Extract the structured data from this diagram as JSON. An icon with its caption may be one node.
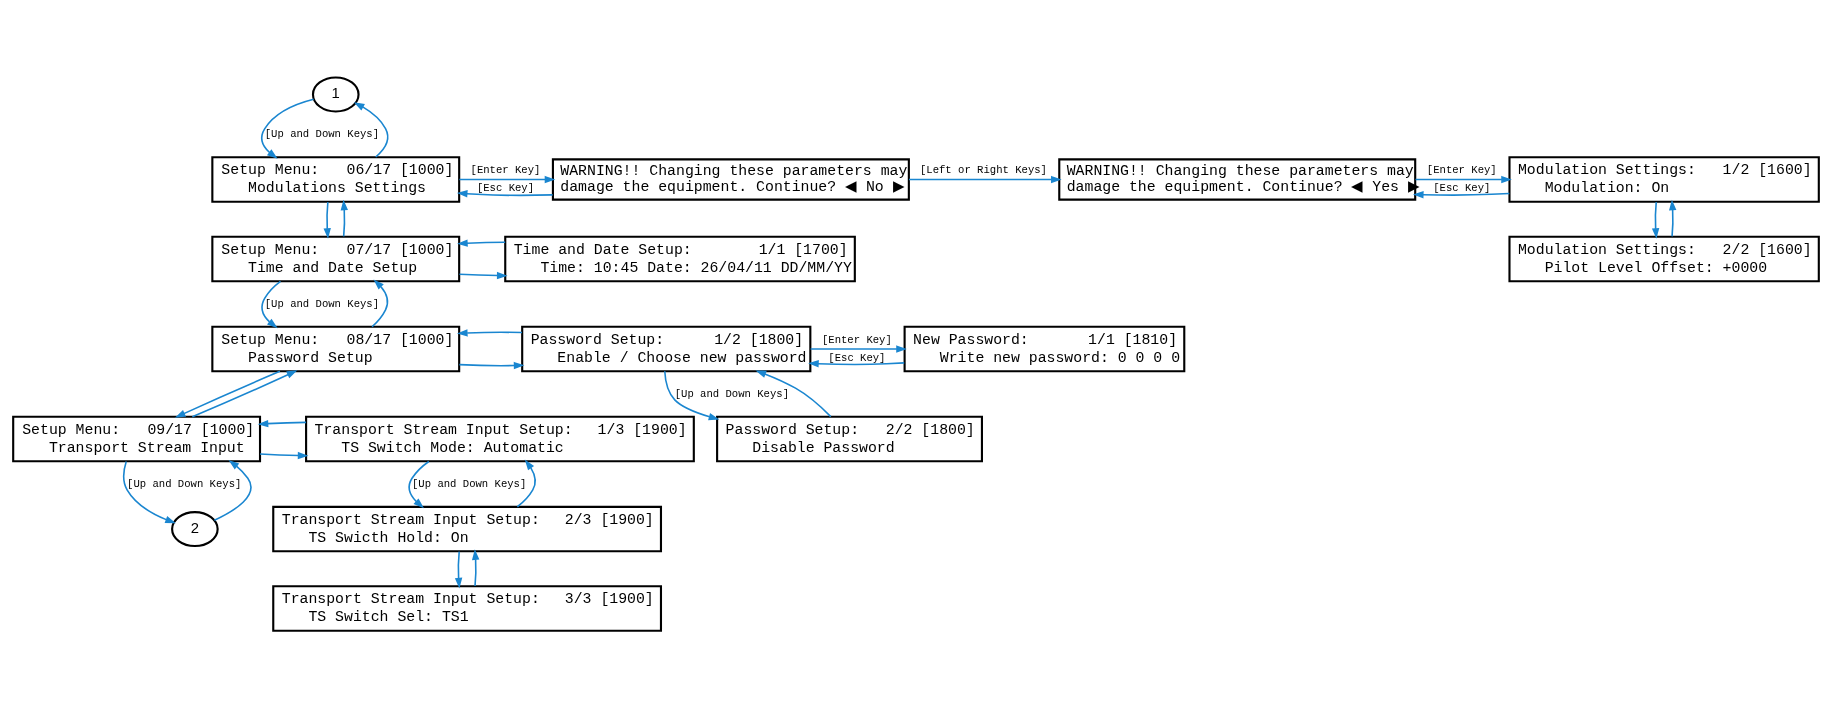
{
  "diagram": {
    "nodes": [
      {
        "text": [
          "1"
        ]
      },
      {
        "text": [
          "Setup Menu:",
          "06/17 [1000]",
          "Modulations Settings"
        ]
      },
      {
        "text": [
          "WARNING!! Changing these parameters may damage the equipment. Continue?",
          "◀ No ▶"
        ]
      },
      {
        "text": [
          "WARNING!! Changing these parameters may damage the equipment. Continue?",
          "◀ Yes ▶"
        ]
      },
      {
        "text": [
          "Modulation Settings:",
          "1/2 [1600]",
          "Modulation: On"
        ]
      },
      {
        "text": [
          "Modulation Settings:",
          "2/2 [1600]",
          "Pilot Level Offset: +0000"
        ]
      },
      {
        "text": [
          "Setup Menu:",
          "07/17 [1000]",
          "Time and Date Setup"
        ]
      },
      {
        "text": [
          "Time and Date Setup:",
          "1/1 [1700]",
          "Time: 10:45 Date: 26/04/11 DD/MM/YY"
        ]
      },
      {
        "text": [
          "Setup Menu:",
          "08/17 [1000]",
          "Password Setup"
        ]
      },
      {
        "text": [
          "Password Setup:",
          "1/2 [1800]",
          "Enable / Choose new password"
        ]
      },
      {
        "text": [
          "New Password:",
          "1/1 [1810]",
          "Write new password: 0 0 0 0"
        ]
      },
      {
        "text": [
          "Password Setup:",
          "2/2 [1800]",
          "Disable Password"
        ]
      },
      {
        "text": [
          "Setup Menu:",
          "09/17 [1000]",
          "Transport Stream Input"
        ]
      },
      {
        "text": [
          "Transport Stream Input Setup:",
          "1/3 [1900]",
          "TS Switch Mode: Automatic"
        ]
      },
      {
        "text": [
          "2"
        ]
      },
      {
        "text": [
          "Transport Stream Input Setup:",
          "2/3 [1900]",
          "TS Swicth Hold: On"
        ]
      },
      {
        "text": [
          "Transport Stream Input Setup:",
          "3/3 [1900]",
          "TS Switch Sel: TS1"
        ]
      }
    ],
    "edges": [
      {
        "from": 1,
        "to": 0,
        "arrow": "to"
      },
      {
        "from": 0,
        "to": 1,
        "arrow": "to",
        "label": "[Up and Down Keys]"
      },
      {
        "from": 1,
        "to": 2,
        "arrow": "to",
        "label": "[Enter Key]"
      },
      {
        "from": 2,
        "to": 1,
        "arrow": "to",
        "label": "[Esc Key]"
      },
      {
        "from": 2,
        "to": 3,
        "arrow": "to",
        "label": "[Left or Right Keys]"
      },
      {
        "from": 3,
        "to": 4,
        "arrow": "to",
        "label": "[Enter Key]"
      },
      {
        "from": 4,
        "to": 3,
        "arrow": "to",
        "label": "[Esc Key]"
      },
      {
        "from": 5,
        "to": 4,
        "arrow": "to"
      },
      {
        "from": 4,
        "to": 5,
        "arrow": "to"
      },
      {
        "from": 6,
        "to": 1,
        "arrow": "to"
      },
      {
        "from": 1,
        "to": 6,
        "arrow": "to"
      },
      {
        "from": 6,
        "to": 7,
        "arrow": "to"
      },
      {
        "from": 7,
        "to": 6,
        "arrow": "to"
      },
      {
        "from": 8,
        "to": 6,
        "arrow": "to"
      },
      {
        "from": 6,
        "to": 8,
        "arrow": "to",
        "label": "[Up and Down Keys]"
      },
      {
        "from": 8,
        "to": 9,
        "arrow": "to"
      },
      {
        "from": 9,
        "to": 8,
        "arrow": "to"
      },
      {
        "from": 9,
        "to": 10,
        "arrow": "to",
        "label": "[Enter Key]"
      },
      {
        "from": 10,
        "to": 9,
        "arrow": "to",
        "label": "[Esc Key]"
      },
      {
        "from": 11,
        "to": 9,
        "arrow": "to"
      },
      {
        "from": 9,
        "to": 11,
        "arrow": "to",
        "label": "[Up and Down Keys]"
      },
      {
        "from": 12,
        "to": 8,
        "arrow": "to"
      },
      {
        "from": 8,
        "to": 12,
        "arrow": "to"
      },
      {
        "from": 12,
        "to": 13,
        "arrow": "to"
      },
      {
        "from": 13,
        "to": 12,
        "arrow": "to"
      },
      {
        "from": 14,
        "to": 12,
        "arrow": "to"
      },
      {
        "from": 12,
        "to": 14,
        "arrow": "to",
        "label": "[Up and Down Keys]"
      },
      {
        "from": 15,
        "to": 13,
        "arrow": "to"
      },
      {
        "from": 13,
        "to": 15,
        "arrow": "to",
        "label": "[Up and Down Keys]"
      },
      {
        "from": 16,
        "to": 15,
        "arrow": "to"
      },
      {
        "from": 15,
        "to": 16,
        "arrow": "to"
      }
    ]
  }
}
